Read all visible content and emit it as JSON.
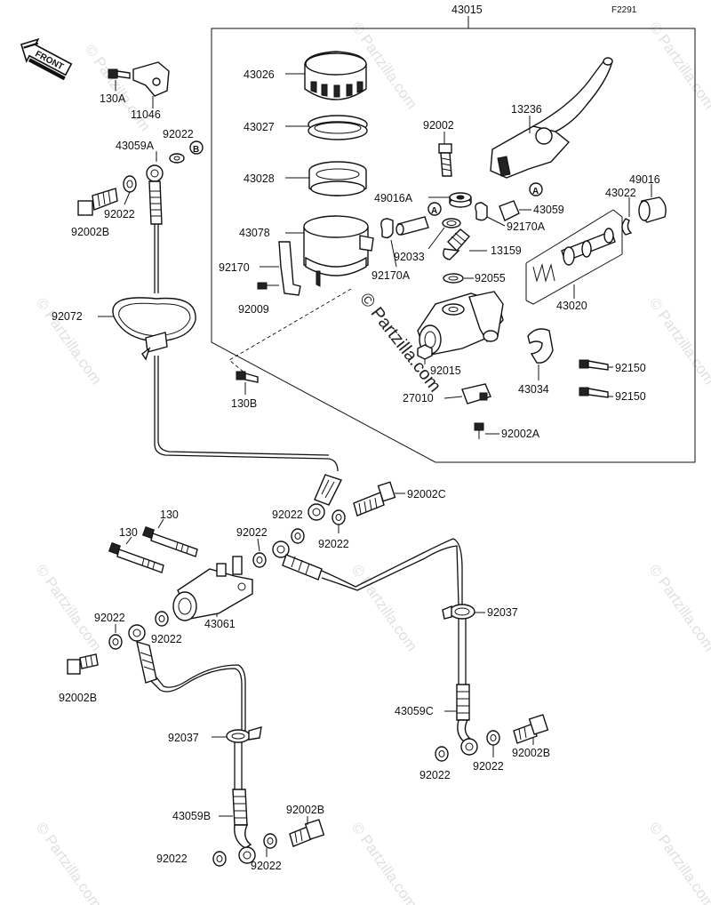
{
  "diagram": {
    "code": "F2291",
    "front_label": "FRONT",
    "watermark_main": "© Partzilla.com",
    "watermark_repeat": "© Partzilla.com",
    "callout_a": "A",
    "callout_b": "B",
    "parts": {
      "p43015": "43015",
      "p43026": "43026",
      "p43027": "43027",
      "p43028": "43028",
      "p43078": "43078",
      "p92170": "92170",
      "p92009": "92009",
      "p92002": "92002",
      "p13236": "13236",
      "p49016A": "49016A",
      "p43059": "43059",
      "p92170A_1": "92170A",
      "p92170A_2": "92170A",
      "p92033": "92033",
      "p13159": "13159",
      "p92055": "92055",
      "p49016": "49016",
      "p43022": "43022",
      "p43020": "43020",
      "p92015": "92015",
      "p43034": "43034",
      "p27010": "27010",
      "p92150_1": "92150",
      "p92150_2": "92150",
      "p92002A": "92002A",
      "p130A": "130A",
      "p11046": "11046",
      "p43059A": "43059A",
      "p92022_top1": "92022",
      "p92022_top2": "92022",
      "p92002B_top": "92002B",
      "p92072": "92072",
      "p130B": "130B",
      "p92002C": "92002C",
      "p92022_m1": "92022",
      "p92022_m2": "92022",
      "p92022_m3": "92022",
      "p130_1": "130",
      "p130_2": "130",
      "p43061": "43061",
      "p92022_l1": "92022",
      "p92022_l2": "92022",
      "p92002B_l": "92002B",
      "p92037_r": "92037",
      "p43059C": "43059C",
      "p92002B_r": "92002B",
      "p92022_r1": "92022",
      "p92022_r2": "92022",
      "p92037_l": "92037",
      "p43059B": "43059B",
      "p92002B_b": "92002B",
      "p92022_b1": "92022",
      "p92022_b2": "92022"
    }
  }
}
